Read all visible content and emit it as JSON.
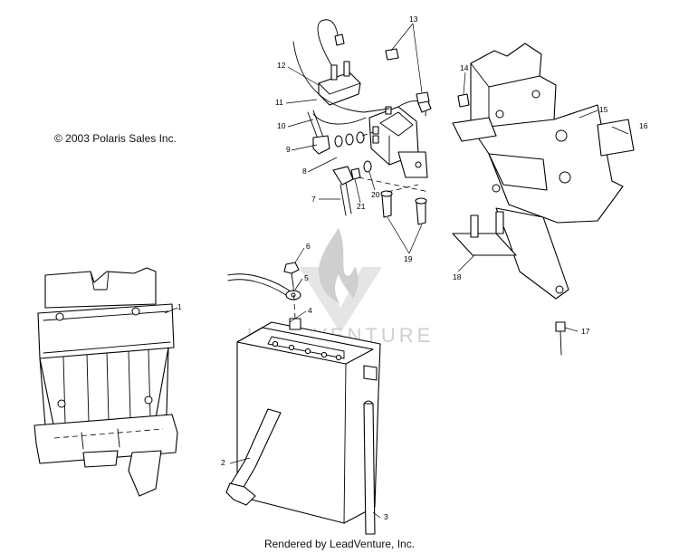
{
  "copyright": "© 2003 Polaris Sales Inc.",
  "rendered_by": "Rendered by LeadVenture, Inc.",
  "watermark": "LEADVENTURE",
  "callouts": [
    "1",
    "2",
    "3",
    "4",
    "5",
    "6",
    "7",
    "8",
    "9",
    "10",
    "11",
    "12",
    "13",
    "14",
    "15",
    "16",
    "17",
    "18",
    "19",
    "20",
    "21"
  ]
}
